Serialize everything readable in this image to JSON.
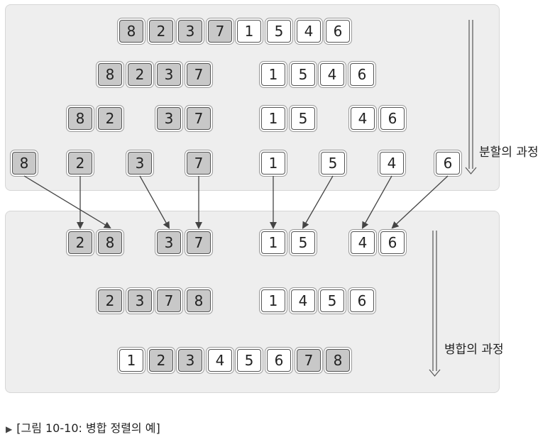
{
  "colors": {
    "gray_box": "#c8c8c8",
    "white_box": "#ffffff",
    "panel": "#eeeeee",
    "arrow": "#444444"
  },
  "split": {
    "label": "분할의 과정",
    "rows": [
      [
        [
          "8",
          "2",
          "3",
          "7",
          "1",
          "5",
          "4",
          "6"
        ]
      ],
      [
        [
          "8",
          "2",
          "3",
          "7"
        ],
        [
          "1",
          "5",
          "4",
          "6"
        ]
      ],
      [
        [
          "8",
          "2"
        ],
        [
          "3",
          "7"
        ],
        [
          "1",
          "5"
        ],
        [
          "4",
          "6"
        ]
      ],
      [
        [
          "8"
        ],
        [
          "2"
        ],
        [
          "3"
        ],
        [
          "7"
        ],
        [
          "1"
        ],
        [
          "5"
        ],
        [
          "4"
        ],
        [
          "6"
        ]
      ]
    ]
  },
  "merge": {
    "label": "병합의 과정",
    "rows": [
      [
        [
          "2",
          "8"
        ],
        [
          "3",
          "7"
        ],
        [
          "1",
          "5"
        ],
        [
          "4",
          "6"
        ]
      ],
      [
        [
          "2",
          "3",
          "7",
          "8"
        ],
        [
          "1",
          "4",
          "5",
          "6"
        ]
      ],
      [
        [
          "1",
          "2",
          "3",
          "4",
          "5",
          "6",
          "7",
          "8"
        ]
      ]
    ]
  },
  "caption": "[그림 10-10: 병합 정렬의 예]"
}
